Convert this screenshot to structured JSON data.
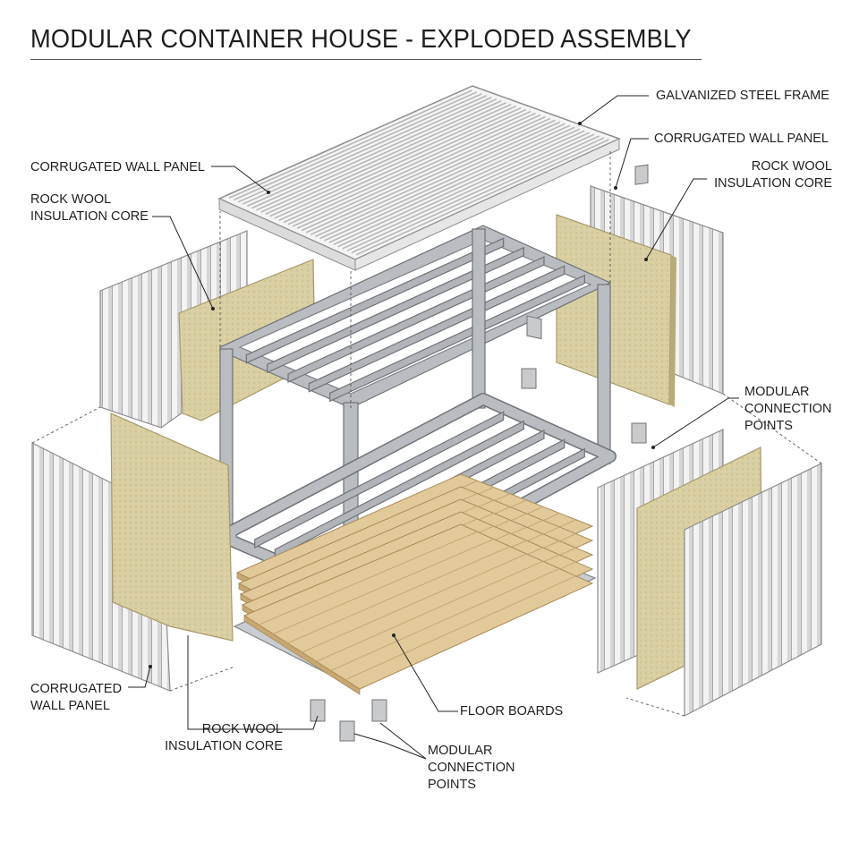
{
  "title": "MODULAR CONTAINER HOUSE - EXPLODED ASSEMBLY",
  "labels": {
    "galvanized_steel_frame": "GALVANIZED STEEL FRAME",
    "corrugated_wall_panel_right_top": "CORRUGATED WALL PANEL",
    "rock_wool_right_top": [
      "ROCK WOOL",
      "INSULATION CORE"
    ],
    "corrugated_wall_panel_left_top": "CORRUGATED WALL PANEL",
    "rock_wool_left_top": [
      "ROCK WOOL",
      "INSULATION CORE"
    ],
    "modular_connection_points_right": [
      "MODULAR",
      "CONNECTION",
      "POINTS"
    ],
    "corrugated_wall_panel_bottom_left": [
      "CORRUGATED",
      "WALL PANEL"
    ],
    "rock_wool_bottom": [
      "ROCK WOOL",
      "INSULATION CORE"
    ],
    "floor_boards": "FLOOR BOARDS",
    "modular_connection_points_bottom": [
      "MODULAR",
      "CONNECTION",
      "POINTS"
    ]
  },
  "colors": {
    "steel": "#b9bcc0",
    "steel_dark": "#7f8388",
    "panel": "#f2f2f2",
    "panel_rib": "#c8c8c8",
    "insulation": "#d9cfa3",
    "insulation_dark": "#b8ab78",
    "wood": "#e2c99a",
    "wood_dark": "#b99b68",
    "leader": "#222222"
  }
}
